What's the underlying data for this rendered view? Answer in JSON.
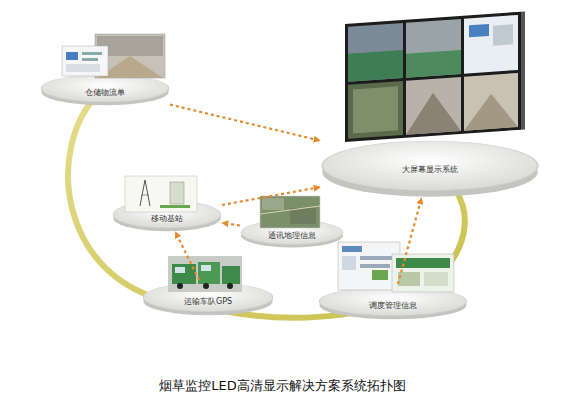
{
  "diagram": {
    "caption": "烟草监控LED高清显示解决方案系统拓扑图",
    "nodes": [
      {
        "text": [
          "仓储物流单"
        ]
      },
      {
        "text": [
          "大屏幕显示系统"
        ]
      },
      {
        "text": [
          "移动基站"
        ]
      },
      {
        "text": [
          "通讯地理信息"
        ]
      },
      {
        "text": [
          "运输车队GPS"
        ]
      },
      {
        "text": [
          "调度管理信息"
        ]
      }
    ],
    "edges": [
      {
        "from": 0,
        "to": 1,
        "arrow": "to"
      },
      {
        "from": 2,
        "to": 1,
        "arrow": "to"
      },
      {
        "from": 3,
        "to": 2,
        "arrow": "to"
      },
      {
        "from": 4,
        "to": 2,
        "arrow": "to"
      },
      {
        "from": 5,
        "to": 1,
        "arrow": "to"
      }
    ]
  }
}
